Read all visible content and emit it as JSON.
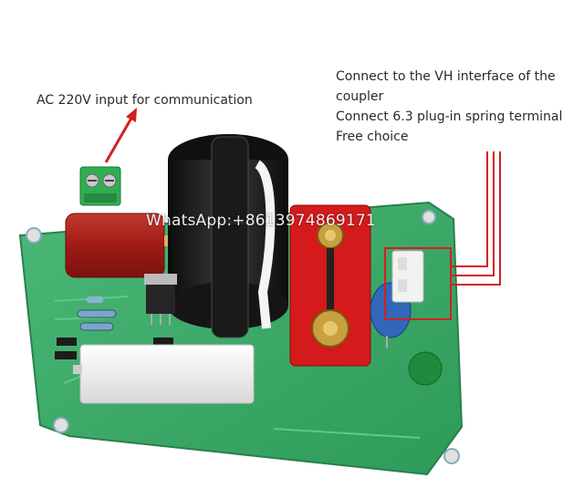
{
  "annotations": {
    "left_label": "AC 220V input for communication",
    "right_lines": [
      "Connect to the VH interface of the",
      "coupler",
      "Connect 6.3 plug-in spring terminal",
      "Free choice"
    ]
  },
  "watermark": "WhatsApp:+8613974869171",
  "colors": {
    "pcb": "#3aa868",
    "pcb_dark": "#2c8a52",
    "annotation_red": "#d42020",
    "capacitor": "#a8201c",
    "terminal": "#2fae52",
    "coil": "#181818"
  }
}
